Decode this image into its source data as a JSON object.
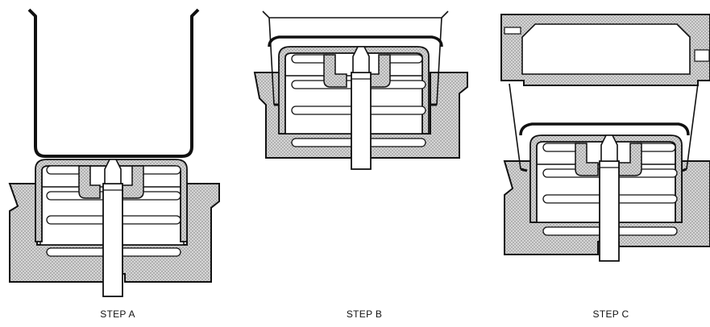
{
  "steps": [
    {
      "label": "STEP A"
    },
    {
      "label": "STEP B"
    },
    {
      "label": "STEP C"
    }
  ],
  "colors": {
    "ink": "#111111",
    "stipple": "#bdbdbd",
    "paper": "#ffffff"
  }
}
